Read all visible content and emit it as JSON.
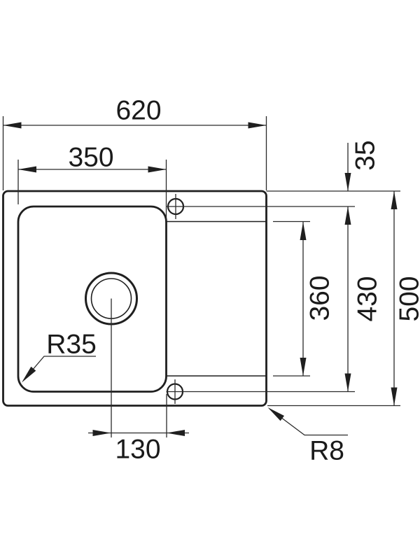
{
  "drawing": {
    "type": "sink-installation-dimension-drawing",
    "background_color": "#ffffff",
    "line_color": "#1f1f1f",
    "labels": {
      "overall_width": "620",
      "bowl_width": "350",
      "tap_hole_offset": "35",
      "bowl_straight_edge_length": "360",
      "tap_hole_spacing": "430",
      "overall_depth": "500",
      "drain_to_bowl_edge": "130",
      "bowl_corner_radius": "R35",
      "rim_corner_radius": "R8"
    }
  }
}
